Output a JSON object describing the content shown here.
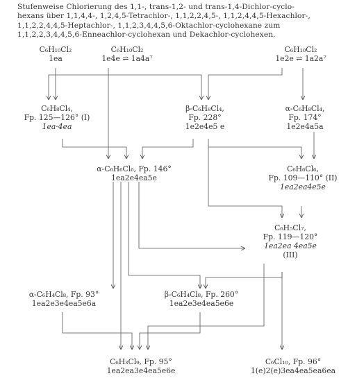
{
  "caption": {
    "lines": [
      "Stufenweise Chlorierung des 1,1-, trans-1,2- und trans-1,4-Dichlor-cyclo-",
      "hexans über 1,1,4,4-, 1,2,4,5-Tetrachlor-, 1,1,2,2,4,5-, 1,1,2,4,4,5-Hexachlor-,",
      "1,1,2,2,4,4,5-Heptachlor-, 1,1,2,3,4,4,5,6-Oktachlor-cyclohexane zum",
      "1,1,2,2,3,4,4,5,6-Enneachlor-cyclohexan und Dekachlor-cyclohexen."
    ]
  },
  "nodes": {
    "dichlor_11": {
      "formula": "C₆H₁₀Cl₂",
      "line2": "1ea"
    },
    "dichlor_12": {
      "formula": "C₆H₁₀Cl₂",
      "line2": "1e4e ⇌ 1a4a⁷"
    },
    "dichlor_14": {
      "formula": "C₆H₁₀Cl₂",
      "line2": "1e2e ⇌ 1a2a⁷"
    },
    "tetra_I": {
      "formula": "C₆H₈Cl₄,",
      "line2": "Fp. 125—126° (I)",
      "line3": "1ea·4ea"
    },
    "tetra_beta": {
      "formula": "β-C₆H₈Cl₄,",
      "line2": "Fp. 228°",
      "line3": "1e2e4e5 e"
    },
    "tetra_alpha": {
      "formula": "α-C₆H₈Cl₄,",
      "line2": "Fp. 174°",
      "line3": "1e2e4a5a"
    },
    "hexa_alpha": {
      "formula": "α-C₆H₆Cl₆, Fp. 146°",
      "line2": "1ea2e4ea5e"
    },
    "hexa_II": {
      "formula": "C₆H₆Cl₆,",
      "line2": "Fp. 109—110° (II)",
      "line3": "1ea2ea4e5e"
    },
    "hepta_III": {
      "formula": "C₆H₅Cl₇,",
      "line2": "Fp. 119—120°",
      "line3": "1ea2ea 4ea5e",
      "line4": "(III)"
    },
    "okta_alpha": {
      "formula": "α-C₆H₄Cl₈, Fp. 93°",
      "line2": "1ea2e3e4ea5e6a"
    },
    "okta_beta": {
      "formula": "β-C₆H₄Cl₈, Fp. 260°",
      "line2": "1ea2e3e4ea5e6e"
    },
    "ennea": {
      "formula": "C₆H₃Cl₉, Fp. 95°",
      "line2": "1ea2ea3e4ea5e6e"
    },
    "deka": {
      "formula": "C₆Cl₁₀, Fp. 96°",
      "line2": "1(e)2(e)3ea4ea5ea6ea"
    }
  },
  "colors": {
    "ink": "#333333",
    "line": "#555555"
  }
}
